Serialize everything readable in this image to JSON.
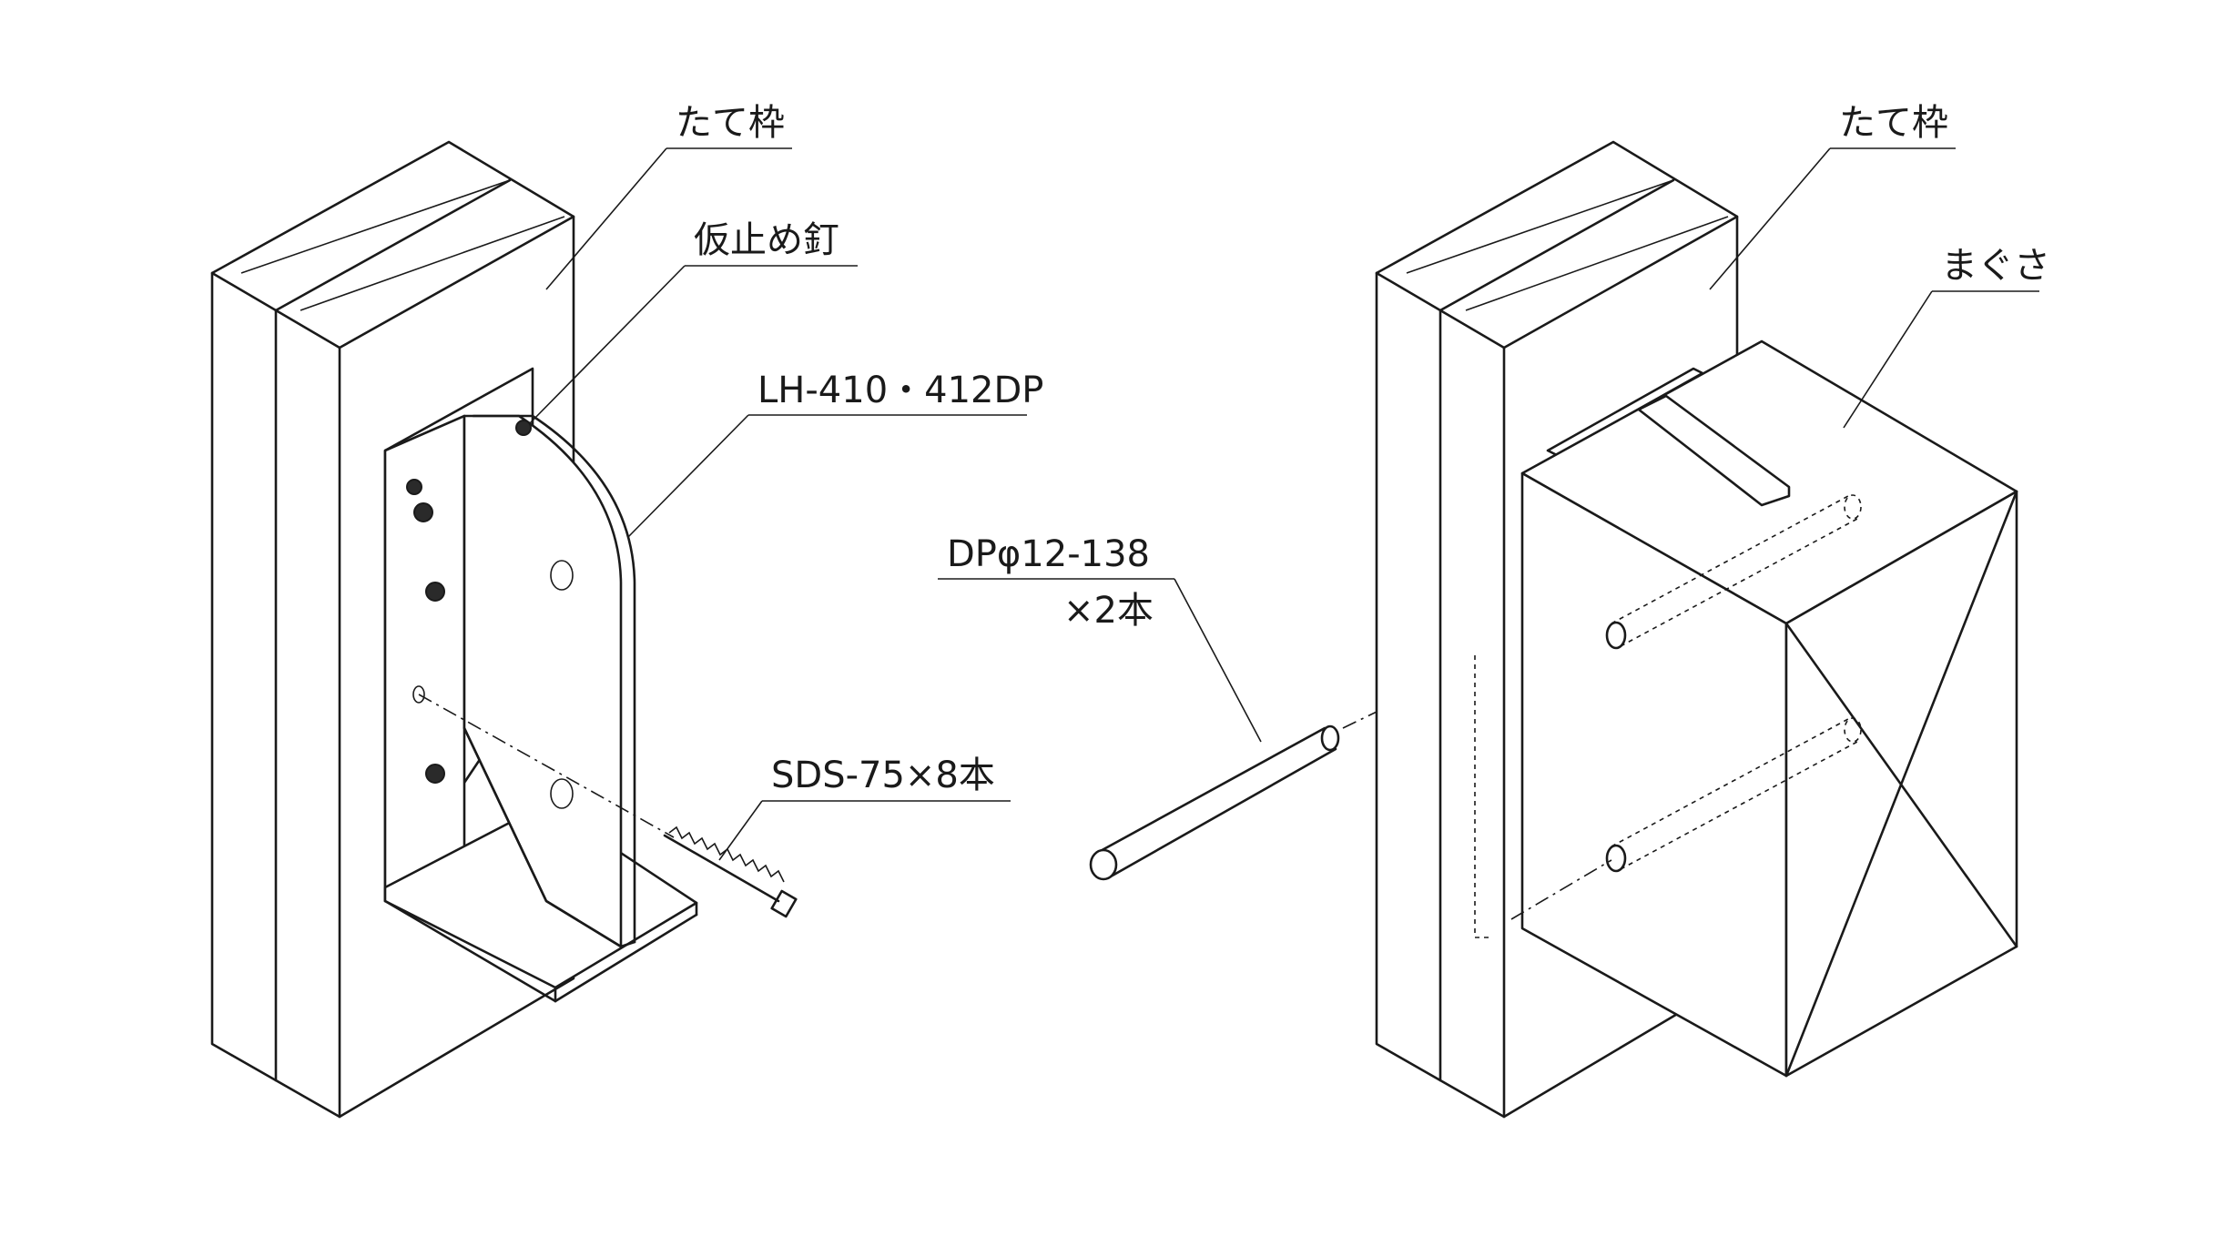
{
  "left_assembly": {
    "post_label": "たて枠",
    "temp_nail_label": "仮止め釘",
    "hardware_label": "LH-410・412DP",
    "screw_label": "SDS-75×8本"
  },
  "middle": {
    "pin_label_line1": "DPφ12-138",
    "pin_label_line2": "×2本"
  },
  "right_assembly": {
    "post_label": "たて枠",
    "beam_label": "まぐさ"
  }
}
